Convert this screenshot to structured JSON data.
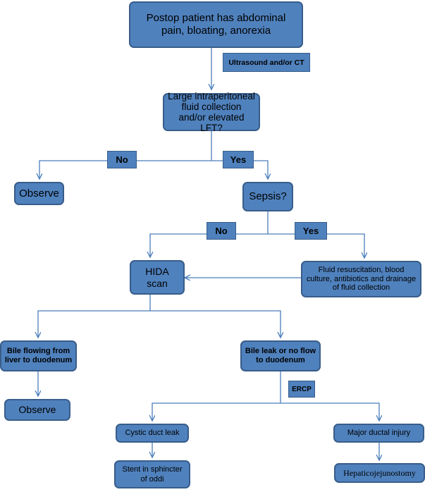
{
  "colors": {
    "node_fill": "#4f81bd",
    "node_border": "#385d8a",
    "connector": "#4a7ebb",
    "text": "#000000"
  },
  "nodes": {
    "start": "Postop patient has abdominal pain, bloating, anorexia",
    "fluid": "Large intraperitoneal fluid collection and/or elevated LFT?",
    "observe_1": "Observe",
    "sepsis": "Sepsis?",
    "hida": "HIDA scan",
    "resuscitation": "Fluid resuscitation, blood culture, antibiotics and drainage of fluid collection",
    "bile_flowing": "Bile flowing from liver to duodenum",
    "bile_leak": "Bile leak or no flow to duodenum",
    "observe_2": "Observe",
    "cystic": "Cystic duct leak",
    "major": "Major ductal injury",
    "stent": "Stent in sphincter of oddi",
    "hepatico": "Hepaticojejunostomy"
  },
  "labels": {
    "ultrasound": "Ultrasound and/or CT",
    "no_1": "No",
    "yes_1": "Yes",
    "no_2": "No",
    "yes_2": "Yes",
    "ercp": "ERCP"
  }
}
